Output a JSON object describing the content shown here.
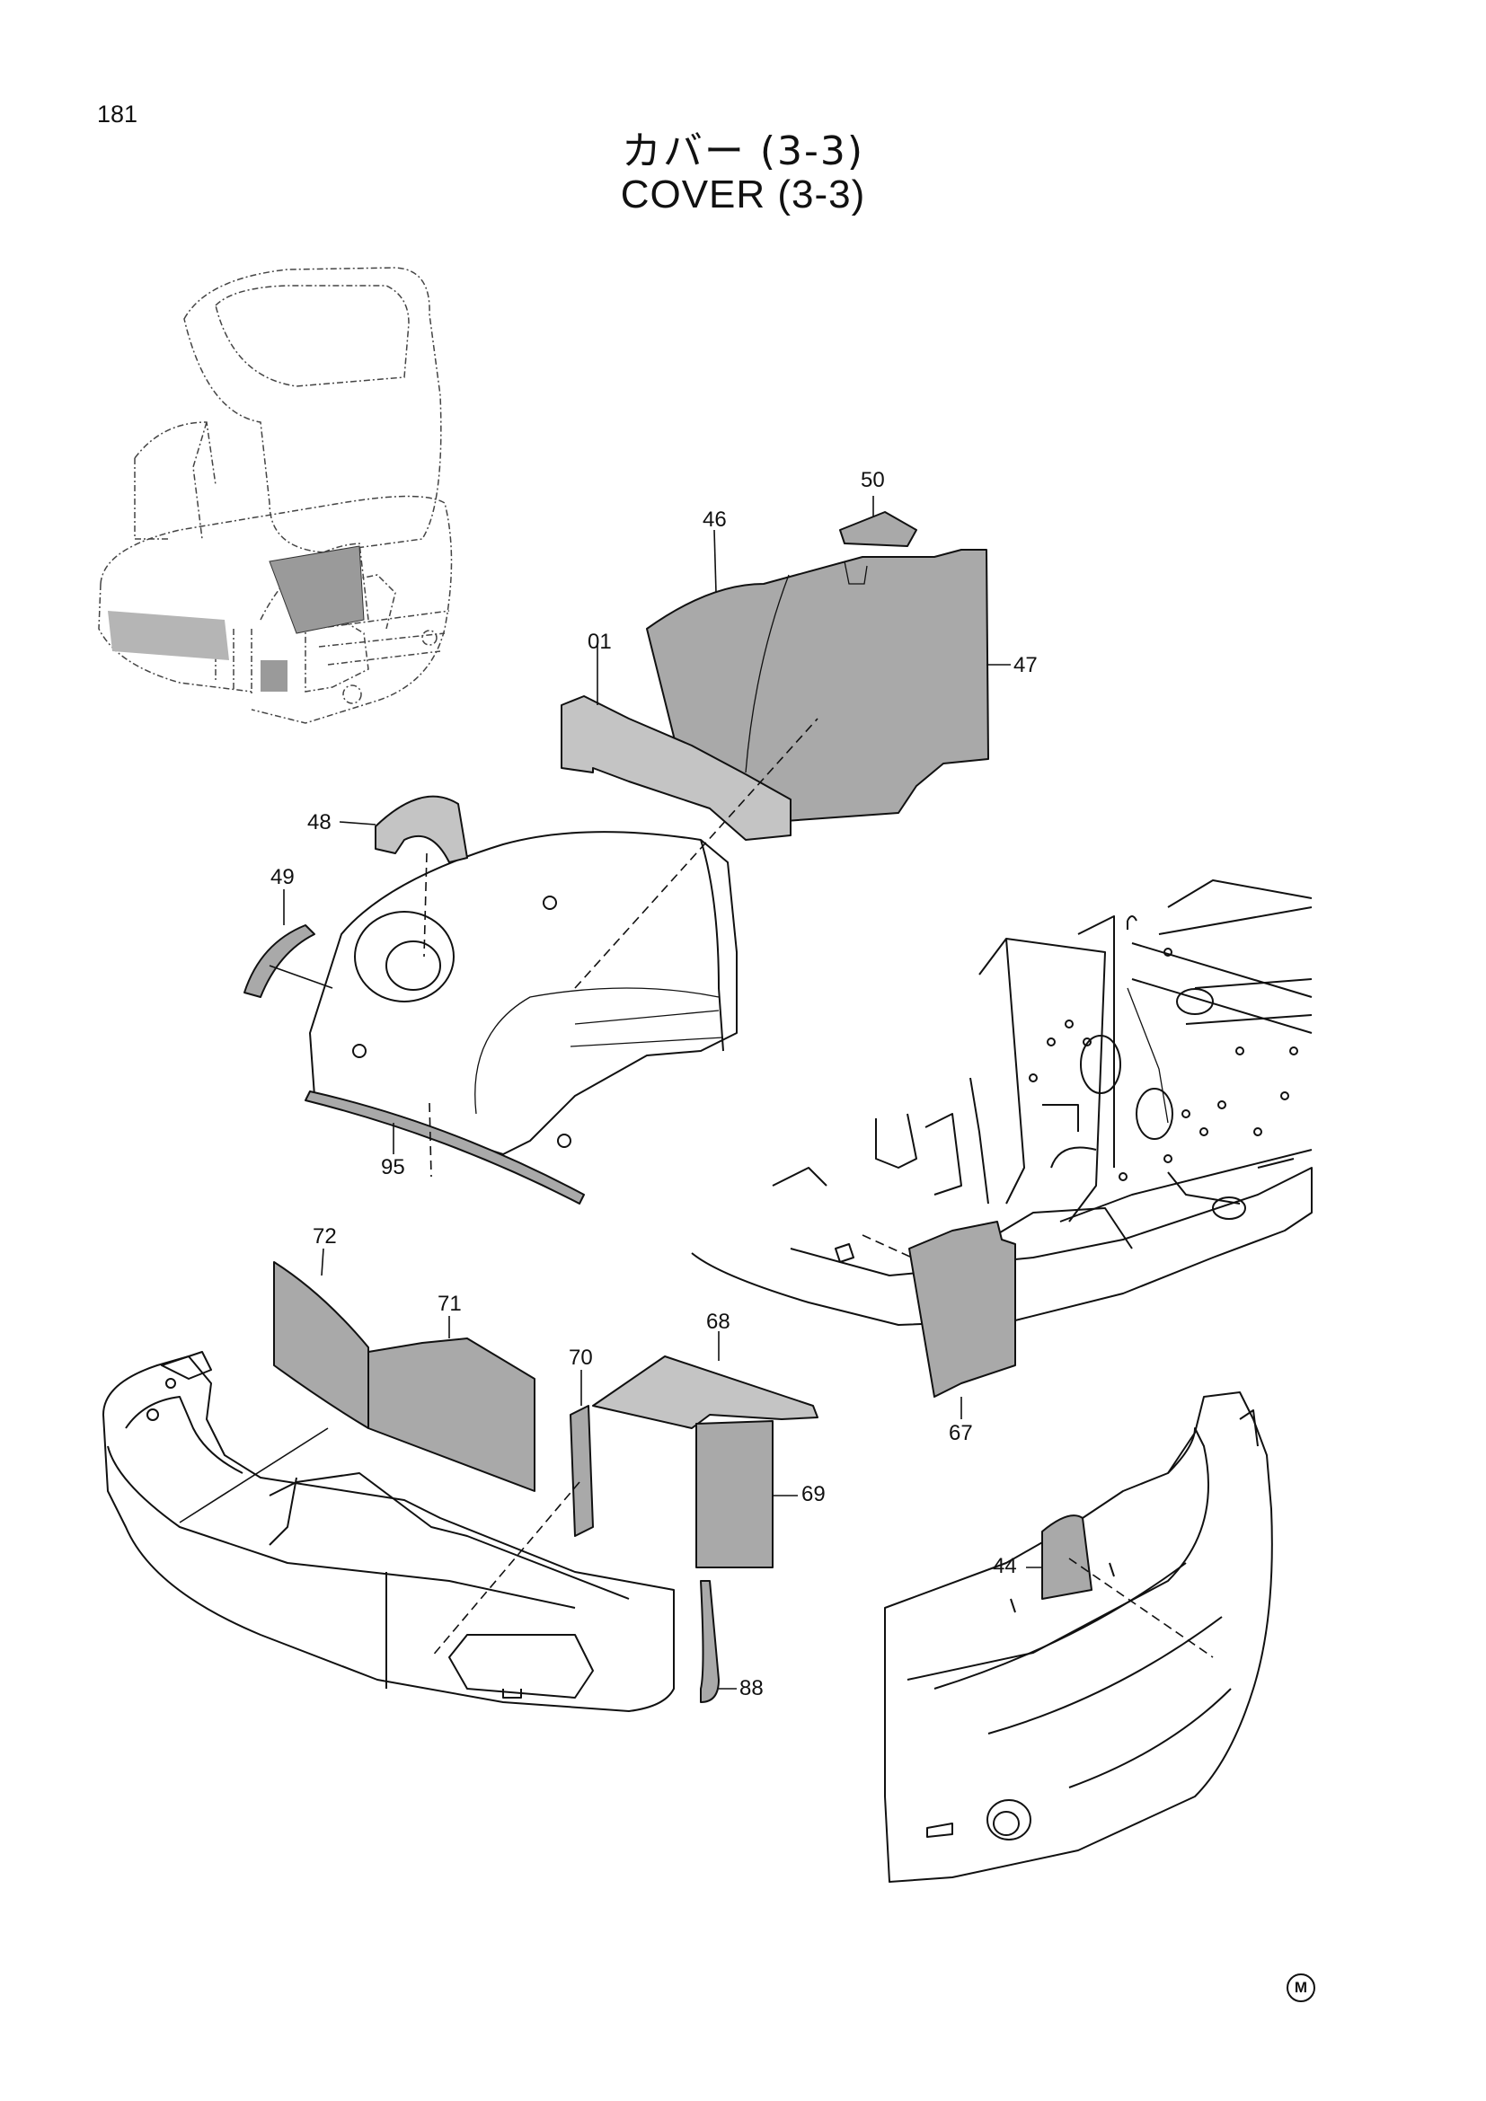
{
  "page_number": "181",
  "title_jp": "カバー (3-3)",
  "title_en": "COVER (3-3)",
  "corner_mark": "M",
  "callouts": [
    {
      "id": "50",
      "label": "50"
    },
    {
      "id": "46",
      "label": "46"
    },
    {
      "id": "01",
      "label": "01"
    },
    {
      "id": "47",
      "label": "47"
    },
    {
      "id": "48",
      "label": "48"
    },
    {
      "id": "49",
      "label": "49"
    },
    {
      "id": "95",
      "label": "95"
    },
    {
      "id": "72",
      "label": "72"
    },
    {
      "id": "71",
      "label": "71"
    },
    {
      "id": "70",
      "label": "70"
    },
    {
      "id": "68",
      "label": "68"
    },
    {
      "id": "69",
      "label": "69"
    },
    {
      "id": "67",
      "label": "67"
    },
    {
      "id": "44",
      "label": "44"
    },
    {
      "id": "88",
      "label": "88"
    }
  ],
  "colors": {
    "ink": "#111111",
    "pad_fill": "#a9a9a9",
    "background": "#ffffff"
  }
}
